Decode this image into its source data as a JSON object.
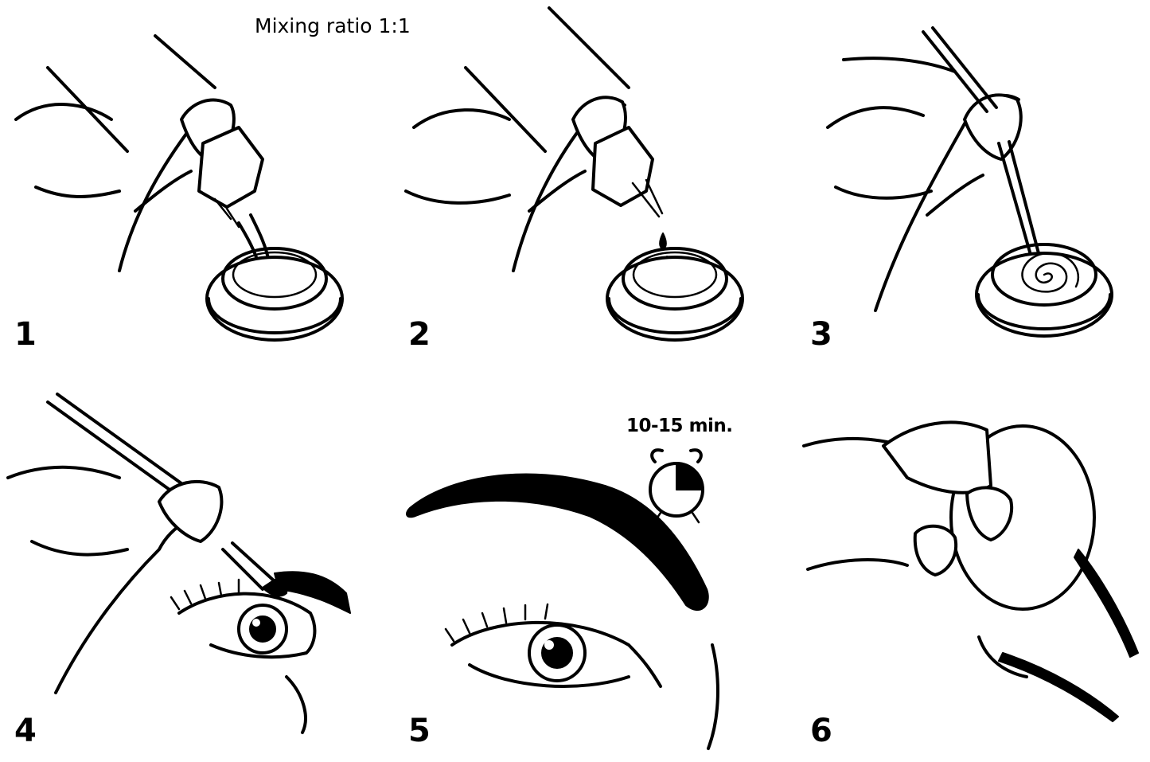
{
  "header": {
    "title": "Mixing ratio 1:1"
  },
  "steps": [
    {
      "number": "1",
      "icon": "bottle-pour-icon"
    },
    {
      "number": "2",
      "icon": "bottle-drop-icon"
    },
    {
      "number": "3",
      "icon": "stir-mix-icon"
    },
    {
      "number": "4",
      "icon": "apply-brow-icon"
    },
    {
      "number": "5",
      "icon": "wait-brow-icon"
    },
    {
      "number": "6",
      "icon": "wipe-pad-icon"
    }
  ],
  "timer": {
    "label": "10-15 min.",
    "icon": "alarm-clock-icon"
  }
}
